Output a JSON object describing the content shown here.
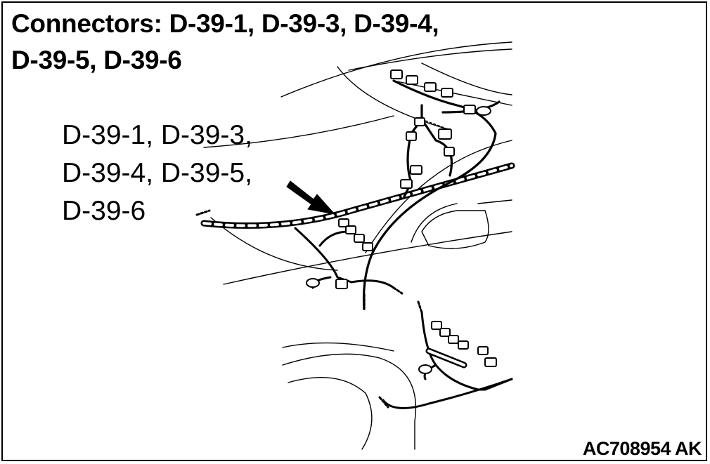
{
  "title": {
    "line1": "Connectors: D-39-1, D-39-3, D-39-4,",
    "line2": "D-39-5, D-39-6"
  },
  "callout": {
    "line1": "D-39-1, D-39-3,",
    "line2": "D-39-4, D-39-5,",
    "line3": "D-39-6"
  },
  "figure_code": "AC708954 AK"
}
